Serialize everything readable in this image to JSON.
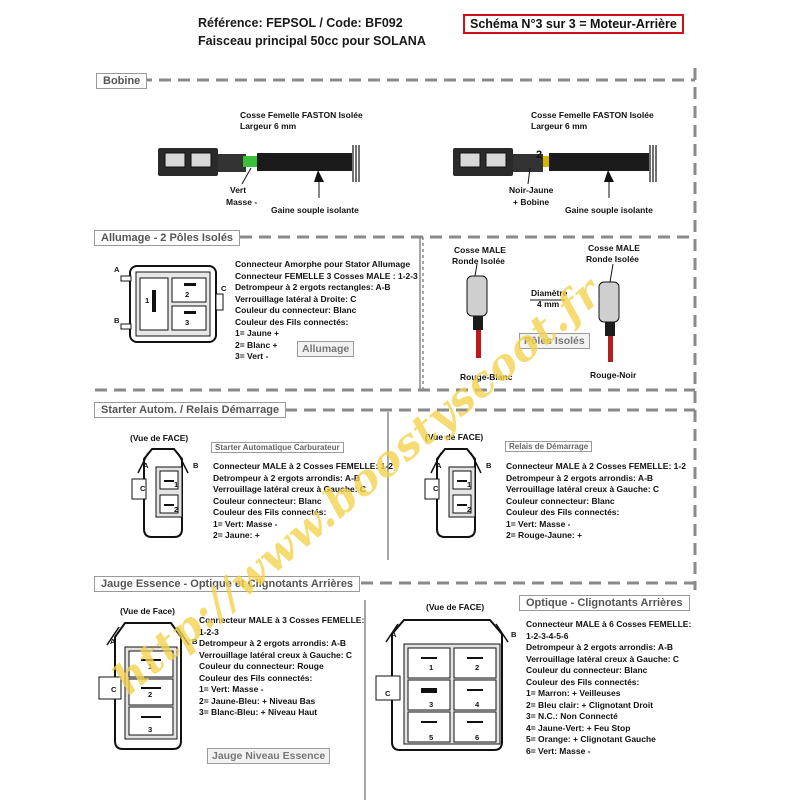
{
  "header": {
    "reference": "Référence: FEPSOL / Code: BF092",
    "subtitle": "Faisceau principal 50cc pour SOLANA",
    "schema": "Schéma N°3 sur 3 = Moteur-Arrière"
  },
  "bobine": {
    "title": "Bobine",
    "left": {
      "caption1": "Cosse Femelle FASTON Isolée",
      "caption2": "Largeur 6 mm",
      "wire1": "Vert",
      "wire2": "Masse -",
      "sheath": "Gaine souple isolante"
    },
    "right": {
      "caption1": "Cosse Femelle FASTON Isolée",
      "caption2": "Largeur 6 mm",
      "pin": "2",
      "wire1": "Noir-Jaune",
      "wire2": "+ Bobine",
      "sheath": "Gaine souple isolante"
    }
  },
  "allumage": {
    "title": "Allumage  -  2 Pôles Isolés",
    "letters": {
      "a": "A",
      "b": "B",
      "c": "C"
    },
    "pins": [
      "1",
      "2",
      "3"
    ],
    "lines": [
      "Connecteur Amorphe pour Stator Allumage",
      "Connecteur FEMELLE 3 Cosses MALE : 1-2-3",
      "Detrompeur à 2 ergots rectangles: A-B",
      "Verrouillage  latéral à Droite: C",
      "Couleur du connecteur: Blanc",
      "Couleur des Fils connectés:",
      "1= Jaune +",
      "2= Blanc +",
      "3= Vert -"
    ],
    "tag": "Allumage",
    "poles": {
      "left_caption1": "Cosse MALE",
      "left_caption2": "Ronde Isolée",
      "right_caption1": "Cosse MALE",
      "right_caption2": "Ronde Isolée",
      "diam1": "Diamètre",
      "diam2": "4 mm",
      "tag": "Pôles Isolés",
      "left_wire": "Rouge-Blanc",
      "right_wire": "Rouge-Noir"
    }
  },
  "starter": {
    "title": "Starter Autom. / Relais Démarrage",
    "left": {
      "view": "(Vue de FACE)",
      "sub": "Starter Automatique Carburateur",
      "a": "A",
      "b": "B",
      "c": "C",
      "pins": [
        "1",
        "2"
      ],
      "lines": [
        "Connecteur MALE à 2 Cosses FEMELLE: 1-2",
        "Detrompeur à 2 ergots arrondis: A-B",
        "Verrouillage latéral creux à Gauche: C",
        "Couleur connecteur: Blanc",
        "Couleur des Fils connectés:",
        "1= Vert: Masse -",
        "2= Jaune: +"
      ]
    },
    "right": {
      "view": "(Vue de FACE)",
      "sub": "Relais de Démarrage",
      "a": "A",
      "b": "B",
      "c": "C",
      "pins": [
        "1",
        "2"
      ],
      "lines": [
        "Connecteur MALE à 2 Cosses FEMELLE: 1-2",
        "Detrompeur à 2 ergots arrondis: A-B",
        "Verrouillage latéral creux à Gauche: C",
        "Couleur connecteur: Blanc",
        "Couleur des Fils connectés:",
        "1= Vert: Masse -",
        "2= Rouge-Jaune: +"
      ]
    }
  },
  "jauge": {
    "title": "Jauge Essence  -  Optique et Clignotants Arrières",
    "view": "(Vue de Face)",
    "a": "A",
    "b": "B",
    "c": "C",
    "pins": [
      "1",
      "2",
      "3"
    ],
    "lines": [
      "Connecteur MALE à 3 Cosses FEMELLE:",
      "1-2-3",
      "Detrompeur à 2 ergots arrondis: A-B",
      "Verrouillage latéral creux à Gauche: C",
      "Couleur du connecteur: Rouge",
      "Couleur des Fils connectés:",
      "1= Vert: Masse -",
      "2= Jaune-Bleu: + Niveau Bas",
      "3= Blanc-Bleu: + Niveau Haut"
    ],
    "tag": "Jauge Niveau Essence"
  },
  "optique": {
    "title": "Optique - Clignotants Arrières",
    "view": "(Vue de FACE)",
    "a": "A",
    "b": "B",
    "c": "C",
    "pins": [
      "1",
      "2",
      "3",
      "4",
      "5",
      "6"
    ],
    "lines": [
      "Connecteur MALE à 6 Cosses FEMELLE:",
      "1-2-3-4-5-6",
      "Detrompeur à 2 ergots arrondis: A-B",
      "Verrouillage latéral creux à Gauche: C",
      "Couleur du connecteur: Blanc",
      "Couleur des Fils connectés:",
      "1= Marron: + Veilleuses",
      "2= Bleu clair: + Clignotant Droit",
      "3= N.C.: Non Connecté",
      "4= Jaune-Vert: + Feu Stop",
      "5= Orange: + Clignotant Gauche",
      "6= Vert: Masse -"
    ]
  },
  "watermark": "http://www.boostyscoot.fr"
}
